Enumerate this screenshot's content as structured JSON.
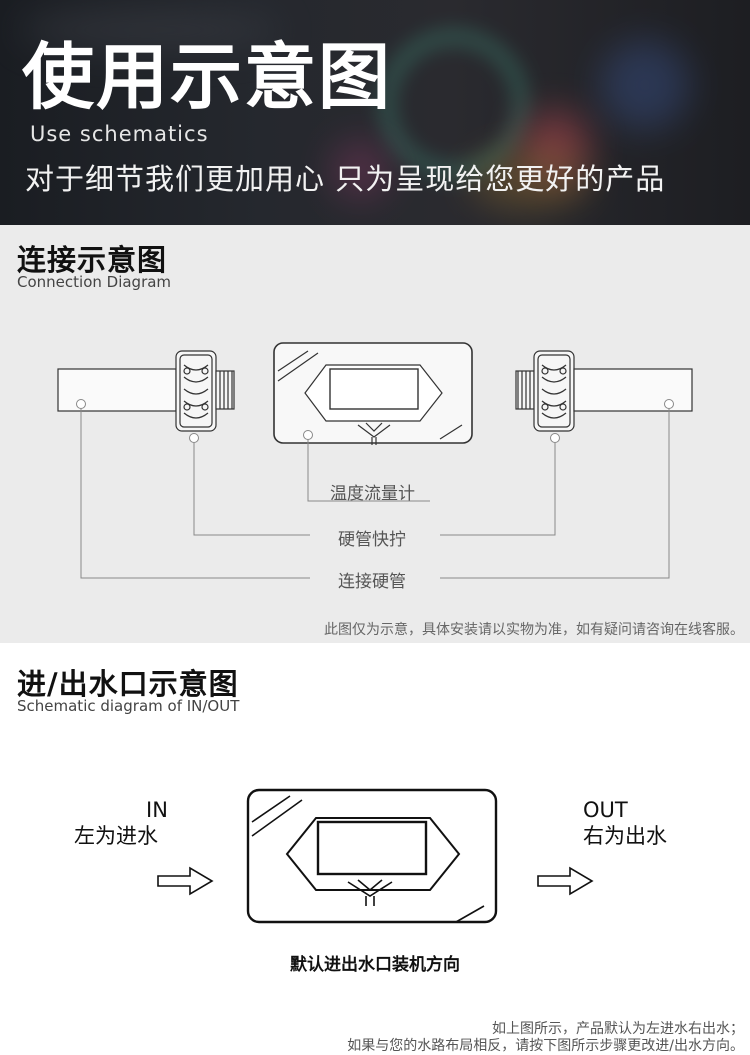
{
  "banner": {
    "title": "使用示意图",
    "subtitle": "Use schematics",
    "description": "对于细节我们更加用心 只为呈现给您更好的产品"
  },
  "connection": {
    "title": "连接示意图",
    "subtitle": "Connection Diagram",
    "labels": {
      "flowmeter": "温度流量计",
      "fitting": "硬管快拧",
      "tube": "连接硬管"
    },
    "disclaimer": "此图仅为示意，具体安装请以实物为准，如有疑问请咨询在线客服。"
  },
  "inout": {
    "title": "进/出水口示意图",
    "subtitle": "Schematic diagram of IN/OUT",
    "in_en": "IN",
    "in_cn": "左为进水",
    "out_en": "OUT",
    "out_cn": "右为出水",
    "default_direction": "默认进出水口装机方向",
    "note_line1": "如上图所示，产品默认为左进水右出水；",
    "note_line2": "如果与您的水路布局相反，请按下图所示步骤更改进/出水方向。"
  },
  "colors": {
    "banner_bg": "#1f2126",
    "section_bg": "#ebebeb",
    "line": "#777777"
  }
}
